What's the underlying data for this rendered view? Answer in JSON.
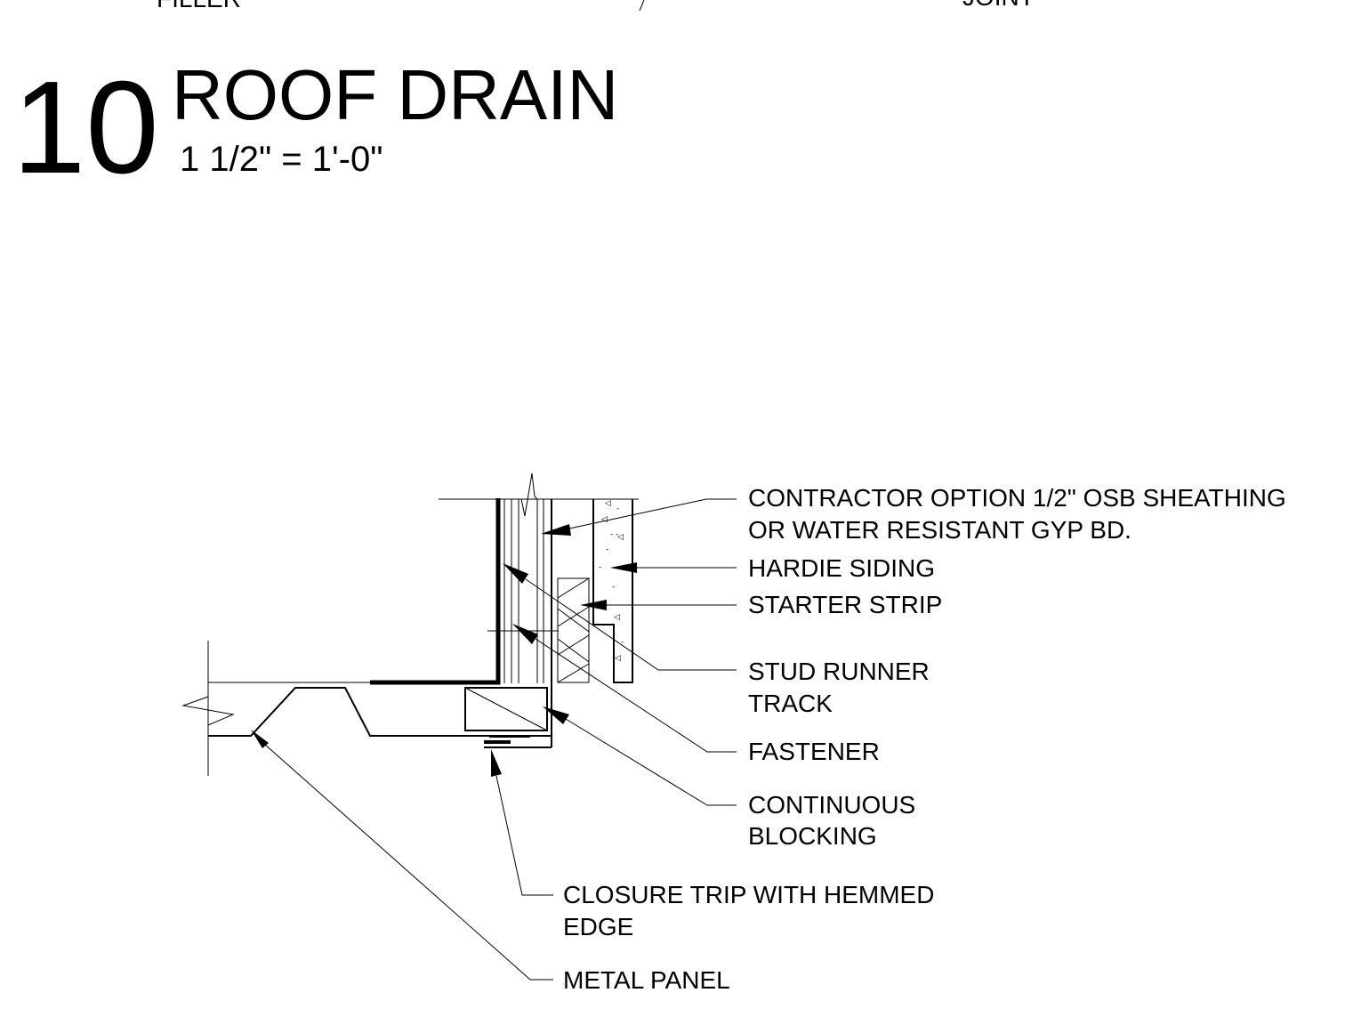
{
  "fragments": {
    "left": "FILLER",
    "right": "JOINT"
  },
  "title": {
    "number": "10",
    "name": "ROOF DRAIN",
    "scale": "1 1/2\" = 1'-0\""
  },
  "notes": {
    "osb_line1": "CONTRACTOR OPTION 1/2\" OSB SHEATHING",
    "osb_line2": "OR WATER RESISTANT GYP BD.",
    "hardie": "HARDIE SIDING",
    "starter": "STARTER STRIP",
    "stud_line1": "STUD RUNNER",
    "stud_line2": "TRACK",
    "fastener": "FASTENER",
    "blocking_line1": "CONTINUOUS",
    "blocking_line2": "BLOCKING",
    "closure_line1": "CLOSURE TRIP WITH HEMMED",
    "closure_line2": "EDGE",
    "metal_panel": "METAL PANEL"
  }
}
